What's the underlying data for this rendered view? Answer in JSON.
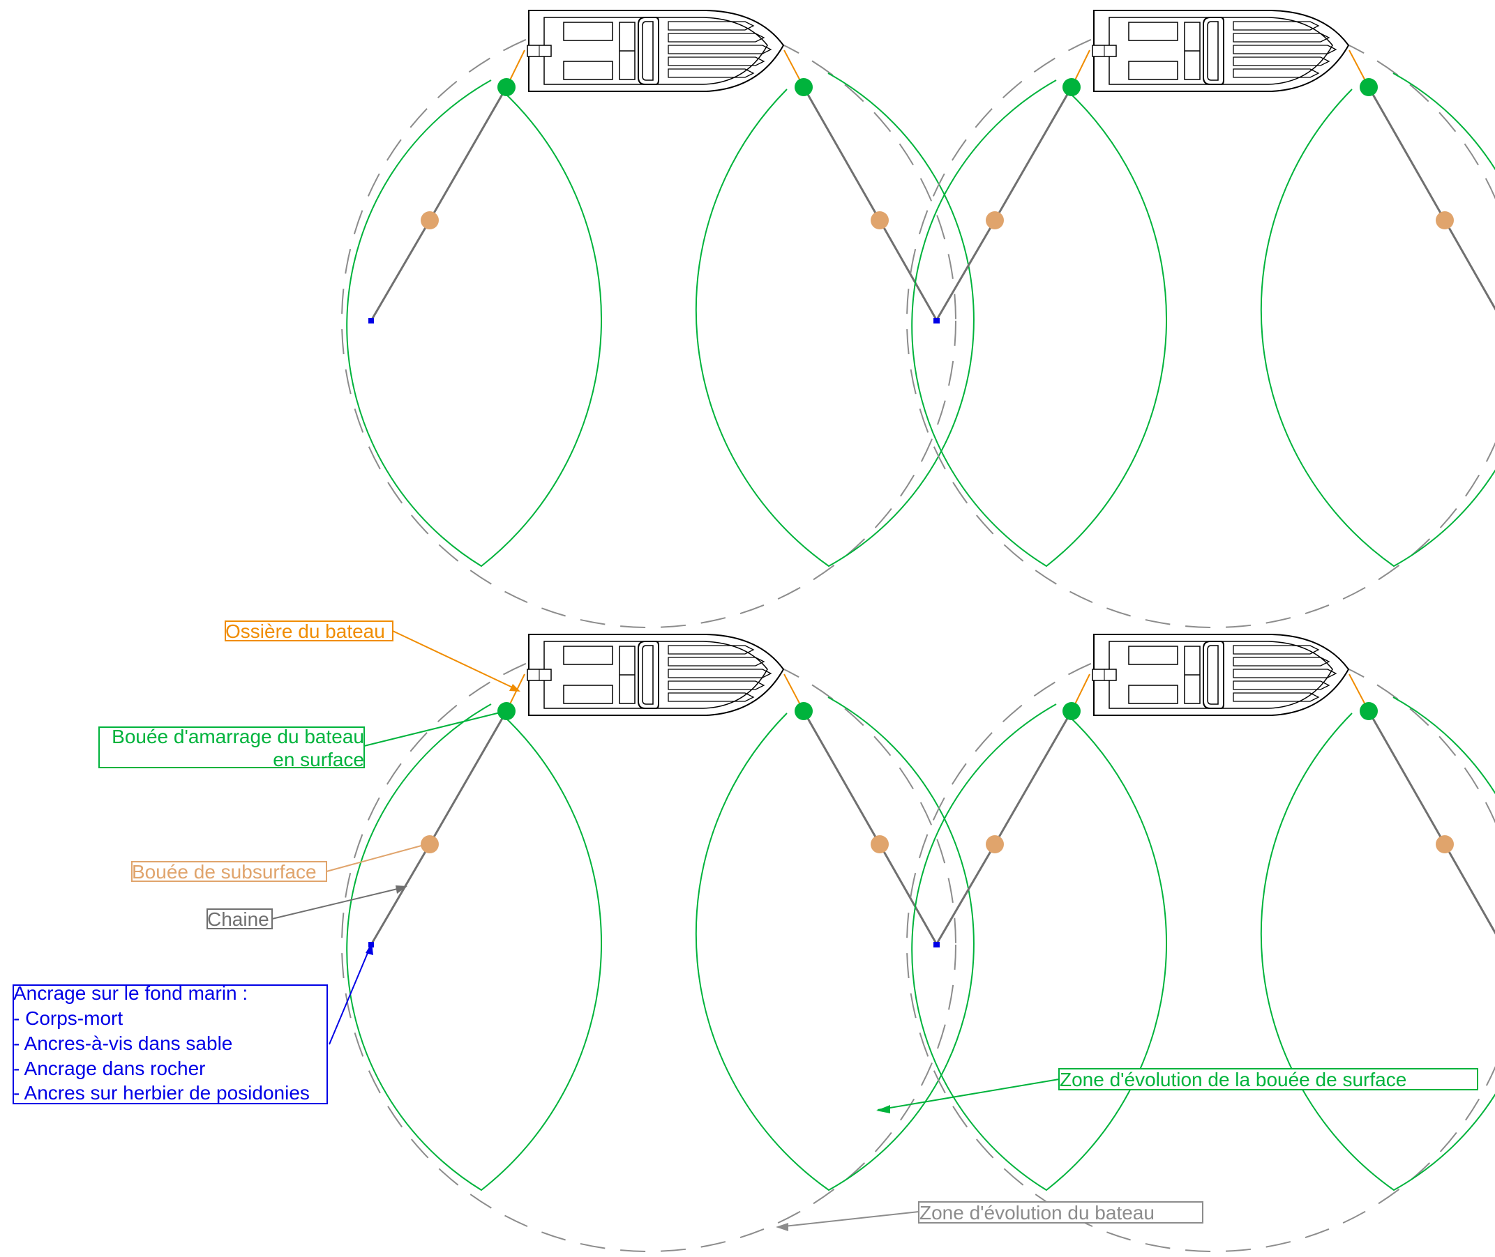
{
  "colors": {
    "surface_buoy": "#00b33c",
    "subsurface_buoy": "#e0a46c",
    "chain": "#707070",
    "hawser": "#f08c00",
    "anchor": "#0000e6",
    "boat_zone": "#8c8c8c",
    "buoy_zone": "#00b33c",
    "boat_outline": "#000000"
  },
  "labels": {
    "hawser": "Ossière du bateau",
    "surface_buoy_line1": "Bouée d'amarrage du bateau",
    "surface_buoy_line2": "en surface",
    "subsurface_buoy": "Bouée de subsurface",
    "chain": "Chaine",
    "anchoring_title": "Ancrage sur le fond marin :",
    "anchoring_items": [
      "- Corps-mort",
      "- Ancres-à-vis dans sable",
      "- Ancrage dans rocher",
      "- Ancres sur herbier de posidonies"
    ],
    "buoy_zone": "Zone d'évolution de la bouée de surface",
    "boat_zone": "Zone d'évolution du bateau"
  }
}
